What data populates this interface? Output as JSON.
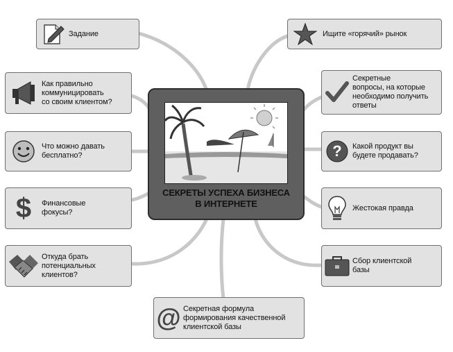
{
  "center": {
    "title": "СЕКРЕТЫ УСПЕХА БИЗНЕСА\nВ ИНТЕРНЕТЕ"
  },
  "nodes": {
    "zadanie": "Задание",
    "communicate": "Как правильно\nкоммуницировать\nсо своим клиентом?",
    "free": "Что можно давать\nбесплатно?",
    "finance": "Финансовые\nфокусы?",
    "leads": "Откуда брать\nпотенциальных\nклиентов?",
    "formula": "Секретная формула\nформирования качественной\nклиентской базы",
    "hot_market": "Ищите «горячий» рынок",
    "questions": "Секретные\nвопросы, на которые\nнеобходимо получить\nответы",
    "product": "Какой продукт вы\nбудете продавать?",
    "truth": "Жестокая правда",
    "client_base": "Сбор клиентской\nбазы"
  },
  "icons": {
    "zadanie": "notepad-pencil-icon",
    "communicate": "megaphone-icon",
    "free": "smiley-icon",
    "finance": "dollar-icon",
    "leads": "handshake-icon",
    "formula": "at-sign-icon",
    "hot_market": "star-icon",
    "questions": "checkmark-icon",
    "product": "question-mark-icon",
    "truth": "lightbulb-icon",
    "client_base": "briefcase-icon"
  },
  "colors": {
    "node_fill": "#e2e2e2",
    "node_border": "#6f6f6f",
    "center_fill": "#5f5f5f",
    "connector": "#c8c8c8"
  }
}
